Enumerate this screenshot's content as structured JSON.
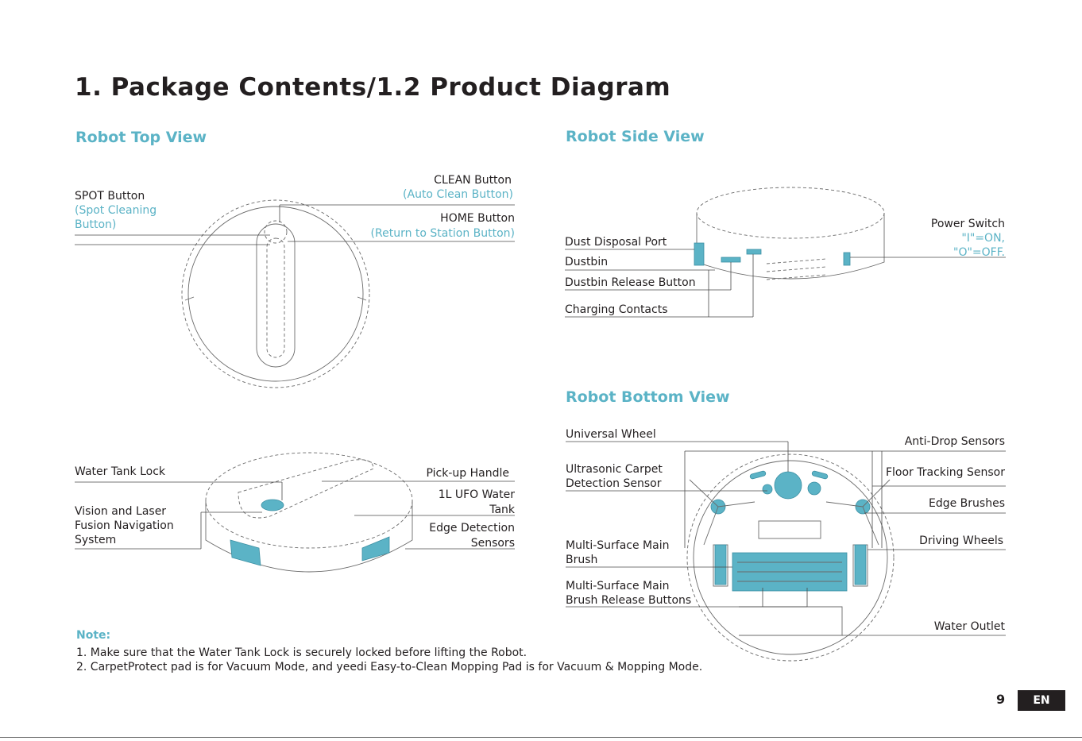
{
  "title": "1. Package Contents/1.2 Product Diagram",
  "sections": {
    "top": "Robot Top View",
    "side": "Robot Side View",
    "bottom": "Robot Bottom View"
  },
  "top_view": {
    "spot": {
      "label": "SPOT Button",
      "sub1": "(Spot Cleaning",
      "sub2": "Button)"
    },
    "clean": {
      "label": "CLEAN Button",
      "sub": "(Auto Clean Button)"
    },
    "home": {
      "label": "HOME Button",
      "sub": "(Return to Station Button)"
    },
    "water_tank_lock": "Water Tank Lock",
    "vision": {
      "l1": "Vision and Laser",
      "l2": "Fusion Navigation",
      "l3": "System"
    },
    "pickup": "Pick-up Handle",
    "tank": {
      "l1": "1L UFO Water",
      "l2": "Tank"
    },
    "edge": {
      "l1": "Edge Detection",
      "l2": "Sensors"
    }
  },
  "side_view": {
    "dust_port": "Dust Disposal Port",
    "dustbin": "Dustbin",
    "release": "Dustbin Release Button",
    "charging": "Charging Contacts",
    "power": {
      "label": "Power Switch",
      "on": "\"I\"=ON,",
      "off": "\"O\"=OFF."
    }
  },
  "bottom_view": {
    "universal": "Universal Wheel",
    "ultrasonic": {
      "l1": "Ultrasonic Carpet",
      "l2": "Detection Sensor"
    },
    "main_brush": {
      "l1": "Multi-Surface Main",
      "l2": "Brush"
    },
    "brush_release": {
      "l1": "Multi-Surface Main",
      "l2": "Brush Release Buttons"
    },
    "anti_drop": "Anti-Drop Sensors",
    "floor_tracking": "Floor Tracking Sensor",
    "edge_brushes": "Edge Brushes",
    "driving": "Driving Wheels",
    "water_outlet": "Water Outlet"
  },
  "notes": {
    "heading": "Note:",
    "items": [
      "1. Make sure that the Water Tank Lock is securely locked before lifting the Robot.",
      "2. CarpetProtect pad is for Vacuum Mode, and yeedi Easy-to-Clean Mopping Pad is for Vacuum & Mopping Mode."
    ]
  },
  "footer": {
    "page": "9",
    "lang": "EN"
  },
  "colors": {
    "accent": "#5bb3c6",
    "text": "#231f20"
  }
}
